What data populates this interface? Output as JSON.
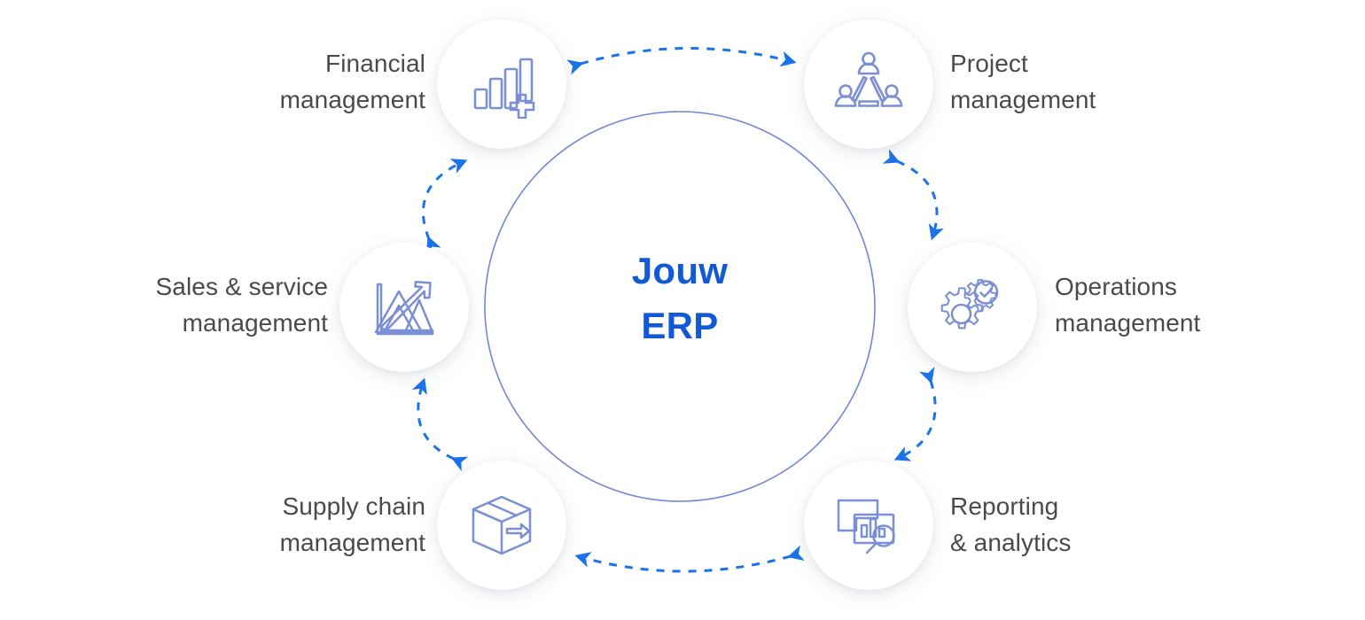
{
  "diagram": {
    "title": "ERP modules wheel",
    "center": {
      "line1": "Jouw",
      "line2": "ERP",
      "color": "#1259d6",
      "circle_outline_color": "#6d7fd4"
    },
    "arrow_color": "#1a73e8",
    "label_color": "#4a4a4a",
    "icon_color": "#7b8fd4",
    "nodes": [
      {
        "id": "financial-management",
        "icon": "bar-chart-plus-icon",
        "label_line1": "Financial",
        "label_line2": "management",
        "position": "top-left"
      },
      {
        "id": "project-management",
        "icon": "team-network-icon",
        "label_line1": "Project",
        "label_line2": "management",
        "position": "top-right"
      },
      {
        "id": "operations-management",
        "icon": "gears-check-icon",
        "label_line1": "Operations",
        "label_line2": "management",
        "position": "right"
      },
      {
        "id": "reporting-analytics",
        "icon": "dashboard-magnifier-icon",
        "label_line1": "Reporting",
        "label_line2": "& analytics",
        "position": "bottom-right"
      },
      {
        "id": "supply-chain-management",
        "icon": "package-arrow-icon",
        "label_line1": "Supply chain",
        "label_line2": "management",
        "position": "bottom-left"
      },
      {
        "id": "sales-service-management",
        "icon": "growth-chart-icon",
        "label_line1": "Sales & service",
        "label_line2": "management",
        "position": "left"
      }
    ],
    "connectors": [
      {
        "id": "financial-to-project",
        "style": "dashed",
        "heads": "both"
      },
      {
        "id": "project-to-operations",
        "style": "dashed",
        "heads": "both"
      },
      {
        "id": "operations-to-reporting",
        "style": "dashed",
        "heads": "both"
      },
      {
        "id": "reporting-to-supply",
        "style": "dashed",
        "heads": "both"
      },
      {
        "id": "supply-to-sales",
        "style": "dashed",
        "heads": "both"
      },
      {
        "id": "sales-to-financial",
        "style": "dashed",
        "heads": "both"
      }
    ]
  }
}
